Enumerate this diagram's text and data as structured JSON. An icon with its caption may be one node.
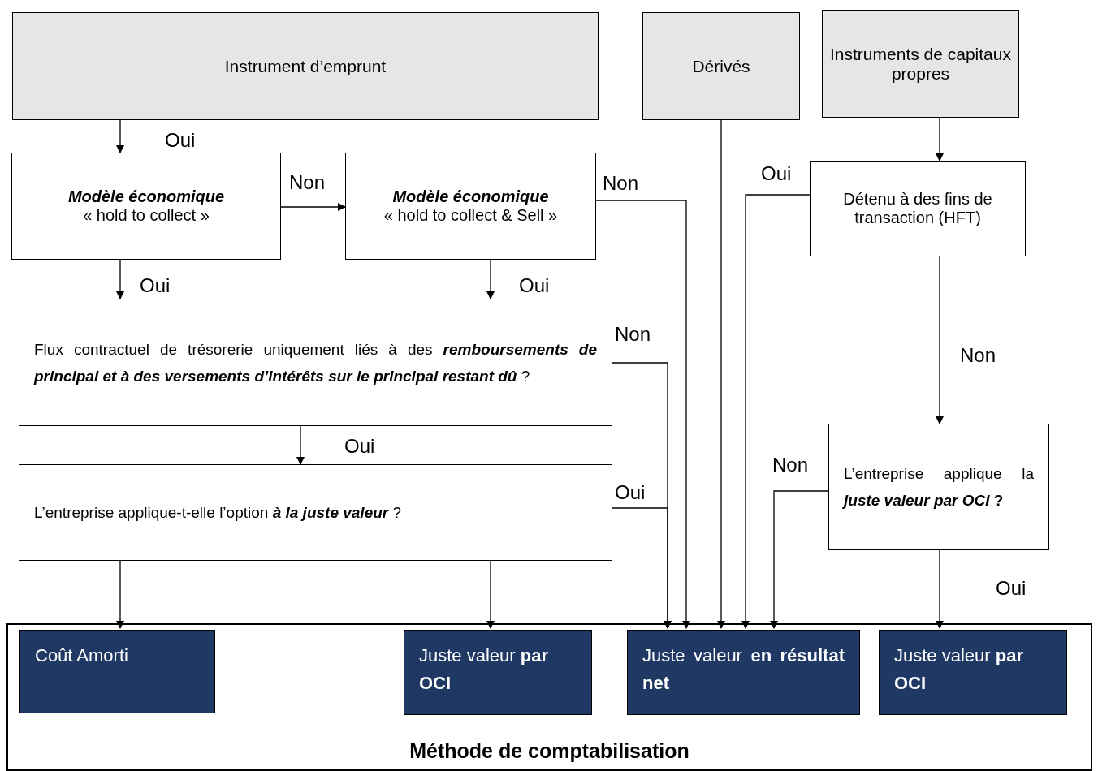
{
  "diagram": {
    "nodes": [
      {
        "text": [
          "Instrument d’emprunt"
        ]
      },
      {
        "text": [
          "Dérivés"
        ]
      },
      {
        "text": [
          "Instruments de capitaux propres"
        ]
      },
      {
        "text": [
          "Modèle économique",
          "« hold to collect »"
        ]
      },
      {
        "text": [
          "Modèle économique",
          "« hold to collect & Sell »"
        ]
      },
      {
        "text": [
          "Flux contractuel de trésorerie uniquement liés à des *remboursements de principal et à des versements d’intérêts sur le principal restant dû* ?"
        ]
      },
      {
        "text": [
          "Détenu à des fins de transaction (HFT)"
        ]
      },
      {
        "text": [
          "L’entreprise applique-t-elle l’option *à la juste valeur* ?"
        ]
      },
      {
        "text": [
          "L’entreprise applique la *juste valeur par OCI* **?**"
        ]
      },
      {
        "text": [
          "Méthode de comptabilisation"
        ]
      },
      {
        "text": [
          "Coût Amorti"
        ],
        "in": 9
      },
      {
        "text": [
          "Juste valeur **par OCI**"
        ],
        "in": 9
      },
      {
        "text": [
          "Juste valeur **en résultat net**"
        ],
        "in": 9
      },
      {
        "text": [
          "Juste valeur **par OCI**"
        ],
        "in": 9
      }
    ],
    "edges": [
      {
        "from": 0,
        "to": 3,
        "arrow": "to",
        "label": "Oui"
      },
      {
        "from": 3,
        "to": 4,
        "arrow": "to",
        "label": "Non"
      },
      {
        "from": 3,
        "to": 5,
        "arrow": "to",
        "label": "Oui"
      },
      {
        "from": 4,
        "to": 5,
        "arrow": "to",
        "label": "Oui"
      },
      {
        "from": 4,
        "to": 12,
        "arrow": "to",
        "label": "Non"
      },
      {
        "from": 5,
        "to": 7,
        "arrow": "to",
        "label": "Oui"
      },
      {
        "from": 5,
        "to": 12,
        "arrow": "to",
        "label": "Non"
      },
      {
        "from": 7,
        "to": 12,
        "arrow": "to",
        "label": "Oui"
      },
      {
        "from": 7,
        "to": 10,
        "arrow": "to"
      },
      {
        "from": 7,
        "to": 11,
        "arrow": "to"
      },
      {
        "from": 1,
        "to": 12,
        "arrow": "to"
      },
      {
        "from": 2,
        "to": 6,
        "arrow": "to"
      },
      {
        "from": 6,
        "to": 12,
        "arrow": "to",
        "label": "Oui"
      },
      {
        "from": 6,
        "to": 8,
        "arrow": "to",
        "label": "Non"
      },
      {
        "from": 8,
        "to": 12,
        "arrow": "to",
        "label": "Non"
      },
      {
        "from": 8,
        "to": 13,
        "arrow": "to",
        "label": "Oui"
      }
    ]
  }
}
